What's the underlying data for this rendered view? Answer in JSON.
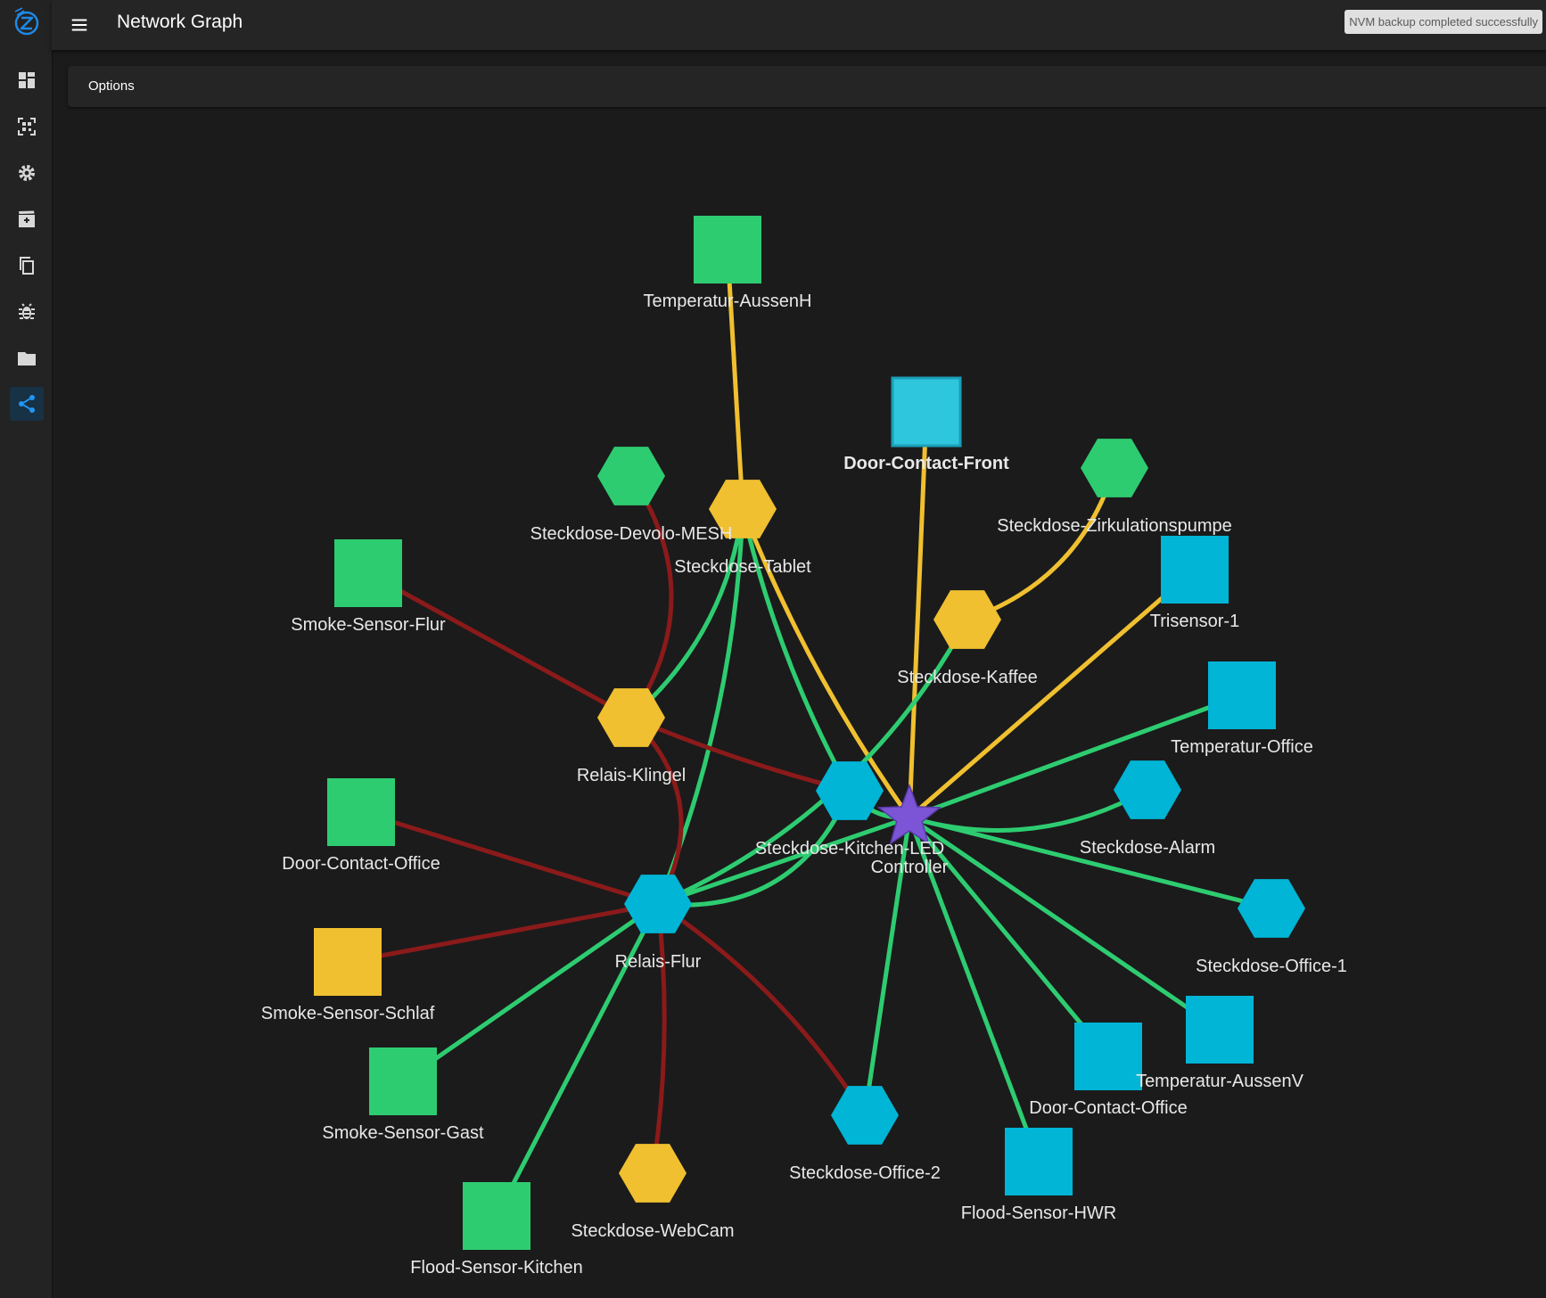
{
  "app": {
    "title": "Network Graph",
    "notification": "NVM backup completed successfully",
    "options_label": "Options"
  },
  "sidebar": {
    "items": [
      {
        "name": "dashboard-icon",
        "icon": "dashboard"
      },
      {
        "name": "qr-scan-icon",
        "icon": "qr-code"
      },
      {
        "name": "settings-icon",
        "icon": "gear"
      },
      {
        "name": "scenes-icon",
        "icon": "movie"
      },
      {
        "name": "copy-icon",
        "icon": "copy"
      },
      {
        "name": "debug-icon",
        "icon": "bug"
      },
      {
        "name": "store-icon",
        "icon": "folder"
      },
      {
        "name": "network-graph-icon",
        "icon": "share",
        "active": true
      }
    ]
  },
  "colors": {
    "green_edge": "#2ecc71",
    "red_edge": "#8b1a1a",
    "yellow_edge": "#f0c030",
    "node_green": "#2ecc71",
    "node_yellow": "#f0c030",
    "node_blue": "#00b5d6",
    "node_controller": "#7b55d6",
    "accent": "#1e88e5"
  },
  "graph": {
    "nodes": [
      {
        "id": "controller",
        "label": "Controller",
        "shape": "star",
        "color": "purple"
      },
      {
        "id": "temp_aussenh",
        "label": "Temperatur-AussenH",
        "shape": "square",
        "color": "green"
      },
      {
        "id": "door_front",
        "label": "Door-Contact-Front",
        "shape": "square",
        "color": "lightblue",
        "selected": true
      },
      {
        "id": "devolo",
        "label": "Steckdose-Devolo-MESH",
        "shape": "hexagon",
        "color": "green"
      },
      {
        "id": "tablet",
        "label": "Steckdose-Tablet",
        "shape": "hexagon",
        "color": "yellow"
      },
      {
        "id": "zirkulation",
        "label": "Steckdose-Zirkulationspumpe",
        "shape": "hexagon",
        "color": "green"
      },
      {
        "id": "smoke_flur",
        "label": "Smoke-Sensor-Flur",
        "shape": "square",
        "color": "green"
      },
      {
        "id": "trisensor",
        "label": "Trisensor-1",
        "shape": "square",
        "color": "blue"
      },
      {
        "id": "kaffee",
        "label": "Steckdose-Kaffee",
        "shape": "hexagon",
        "color": "yellow"
      },
      {
        "id": "temp_office",
        "label": "Temperatur-Office",
        "shape": "square",
        "color": "blue"
      },
      {
        "id": "klingel",
        "label": "Relais-Klingel",
        "shape": "hexagon",
        "color": "yellow"
      },
      {
        "id": "kitchen_led",
        "label": "Steckdose-Kitchen-LED",
        "shape": "hexagon",
        "color": "blue"
      },
      {
        "id": "alarm",
        "label": "Steckdose-Alarm",
        "shape": "hexagon",
        "color": "blue"
      },
      {
        "id": "door_office_l",
        "label": "Door-Contact-Office",
        "shape": "square",
        "color": "green"
      },
      {
        "id": "relais_flur",
        "label": "Relais-Flur",
        "shape": "hexagon",
        "color": "blue"
      },
      {
        "id": "office1",
        "label": "Steckdose-Office-1",
        "shape": "hexagon",
        "color": "blue"
      },
      {
        "id": "smoke_schlaf",
        "label": "Smoke-Sensor-Schlaf",
        "shape": "square",
        "color": "yellow"
      },
      {
        "id": "temp_aussenv",
        "label": "Temperatur-AussenV",
        "shape": "square",
        "color": "blue"
      },
      {
        "id": "door_office_r",
        "label": "Door-Contact-Office",
        "shape": "square",
        "color": "blue"
      },
      {
        "id": "smoke_gast",
        "label": "Smoke-Sensor-Gast",
        "shape": "square",
        "color": "green"
      },
      {
        "id": "office2",
        "label": "Steckdose-Office-2",
        "shape": "hexagon",
        "color": "blue"
      },
      {
        "id": "flood_hwr",
        "label": "Flood-Sensor-HWR",
        "shape": "square",
        "color": "blue"
      },
      {
        "id": "webcam",
        "label": "Steckdose-WebCam",
        "shape": "hexagon",
        "color": "yellow"
      },
      {
        "id": "flood_kitchen",
        "label": "Flood-Sensor-Kitchen",
        "shape": "square",
        "color": "green"
      }
    ],
    "edges": [
      {
        "from": "temp_aussenh",
        "to": "tablet",
        "color": "yellow"
      },
      {
        "from": "tablet",
        "to": "controller",
        "color": "yellow"
      },
      {
        "from": "door_front",
        "to": "controller",
        "color": "yellow"
      },
      {
        "from": "zirkulation",
        "to": "kaffee",
        "color": "yellow"
      },
      {
        "from": "trisensor",
        "to": "controller",
        "color": "yellow"
      },
      {
        "from": "tablet",
        "to": "klingel",
        "color": "green"
      },
      {
        "from": "tablet",
        "to": "relais_flur",
        "color": "green"
      },
      {
        "from": "tablet",
        "to": "kitchen_led",
        "color": "green"
      },
      {
        "from": "kaffee",
        "to": "relais_flur",
        "color": "green"
      },
      {
        "from": "kitchen_led",
        "to": "relais_flur",
        "color": "green"
      },
      {
        "from": "kitchen_led",
        "to": "controller",
        "color": "green"
      },
      {
        "from": "relais_flur",
        "to": "controller",
        "color": "green"
      },
      {
        "from": "temp_office",
        "to": "controller",
        "color": "green"
      },
      {
        "from": "alarm",
        "to": "controller",
        "color": "green"
      },
      {
        "from": "office1",
        "to": "controller",
        "color": "green"
      },
      {
        "from": "temp_aussenv",
        "to": "controller",
        "color": "green"
      },
      {
        "from": "door_office_r",
        "to": "controller",
        "color": "green"
      },
      {
        "from": "flood_hwr",
        "to": "controller",
        "color": "green"
      },
      {
        "from": "office2",
        "to": "controller",
        "color": "green"
      },
      {
        "from": "smoke_gast",
        "to": "relais_flur",
        "color": "green"
      },
      {
        "from": "flood_kitchen",
        "to": "relais_flur",
        "color": "green"
      },
      {
        "from": "devolo",
        "to": "klingel",
        "color": "red"
      },
      {
        "from": "smoke_flur",
        "to": "klingel",
        "color": "red"
      },
      {
        "from": "klingel",
        "to": "kitchen_led",
        "color": "red"
      },
      {
        "from": "klingel",
        "to": "relais_flur",
        "color": "red"
      },
      {
        "from": "door_office_l",
        "to": "relais_flur",
        "color": "red"
      },
      {
        "from": "smoke_schlaf",
        "to": "relais_flur",
        "color": "red"
      },
      {
        "from": "relais_flur",
        "to": "webcam",
        "color": "red"
      },
      {
        "from": "relais_flur",
        "to": "office2",
        "color": "red"
      }
    ]
  }
}
